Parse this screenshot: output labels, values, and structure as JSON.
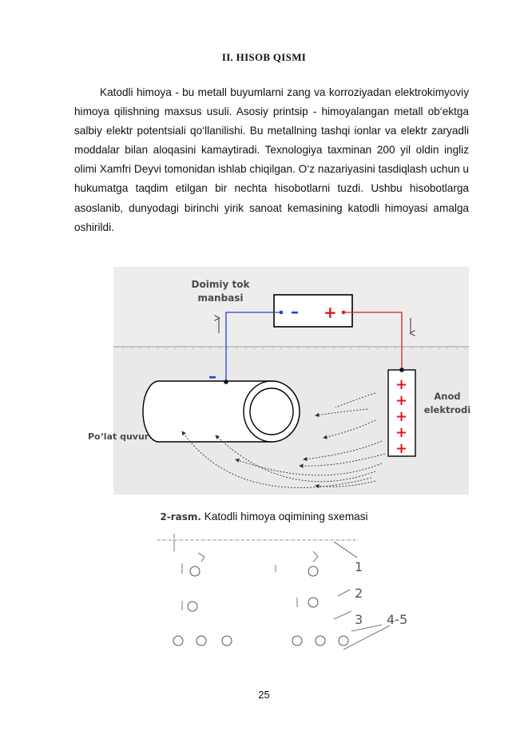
{
  "heading": "II. HISOB QISMI",
  "paragraph": "Katodli himoya - bu metall buyumlarni zang va korroziyadan elektrokimyoviy himoya qilishning maxsus usuli. Asosiy printsip - himoyalangan metall ob‘ektga salbiy elektr potentsiali qo‘llanilishi. Bu metallning tashqi ionlar va elektr zaryadli moddalar bilan aloqasini kamaytiradi. Texnologiya taxminan 200 yil oldin ingliz olimi Xamfri Deyvi tomonidan ishlab chiqilgan. O‘z nazariyasini tasdiqlash uchun u hukumatga taqdim etilgan bir nechta hisobotlarni tuzdi. Ushbu hisobotlarga asoslanib, dunyodagi birinchi yirik sanoat kemasining katodli himoyasi amalga oshirildi.",
  "figure": {
    "source_label_line1": "Doimiy tok",
    "source_label_line2": "manbasi",
    "minus_sign": "–",
    "plus_sign": "+",
    "pipe_label": "Po‘lat quvur",
    "anode_label_line1": "Anod",
    "anode_label_line2": "elektrodi",
    "colors": {
      "wire_negative": "#2b3fd0",
      "wire_positive": "#e02020",
      "plus_red": "#d91c1c",
      "minus_blue": "#2340d8",
      "background_gray": "#ededed",
      "label_gray": "#4a4a4a"
    }
  },
  "caption": {
    "label": "2-rasm.",
    "text": " Katodli himoya oqimining sxemasi"
  },
  "lower_figure": {
    "num1": "1",
    "num2": "2",
    "num3": "3",
    "num45": "4-5"
  },
  "page_number": "25"
}
